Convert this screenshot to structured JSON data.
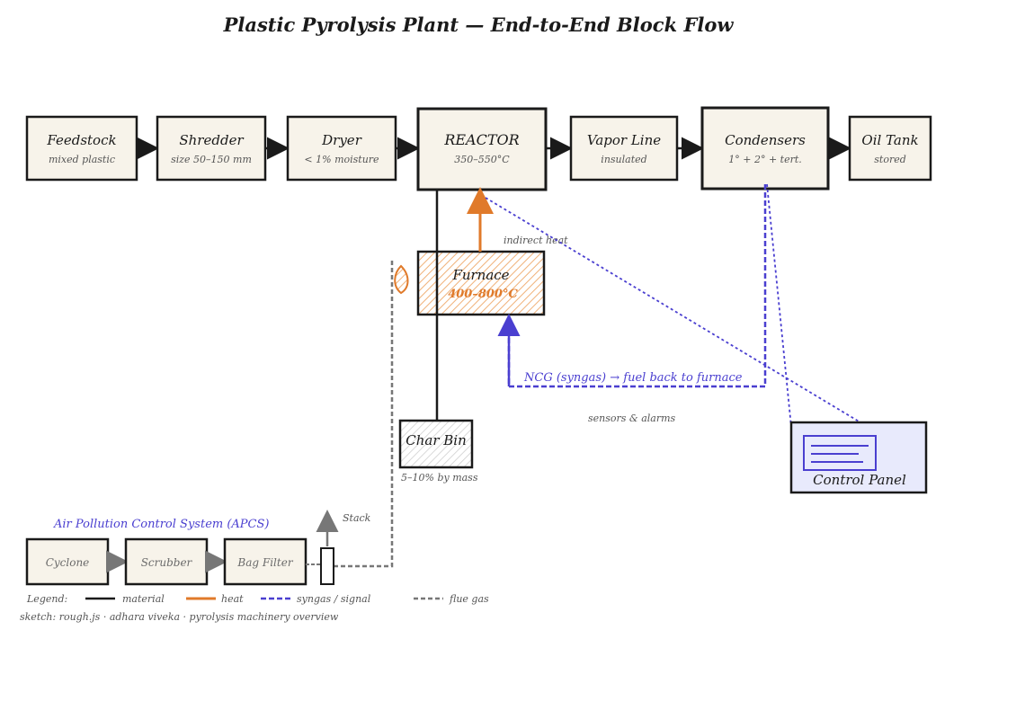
{
  "title": "Plastic Pyrolysis Plant — End-to-End Block Flow",
  "process": {
    "feedstock": {
      "label": "Feedstock",
      "sub": "mixed plastic"
    },
    "shredder": {
      "label": "Shredder",
      "sub": "size 50–150 mm"
    },
    "dryer": {
      "label": "Dryer",
      "sub": "< 1% moisture"
    },
    "reactor": {
      "label": "REACTOR",
      "sub": "350–550°C"
    },
    "vapor_line": {
      "label": "Vapor Line",
      "sub": "insulated"
    },
    "condensers": {
      "label": "Condensers",
      "sub": "1° + 2° + tert."
    },
    "oil_tank": {
      "label": "Oil Tank",
      "sub": "stored"
    }
  },
  "furnace": {
    "label": "Furnace",
    "temp": "400–800°C",
    "note": "indirect heat"
  },
  "ncg_label": "NCG (syngas) → fuel back to furnace",
  "sensors_label": "sensors & alarms",
  "char_bin": {
    "label": "Char Bin",
    "sub": "5–10% by mass"
  },
  "control_panel": {
    "label": "Control Panel"
  },
  "apcs": {
    "title": "Air Pollution Control System (APCS)",
    "cyclone": "Cyclone",
    "scrubber": "Scrubber",
    "bag_filter": "Bag Filter",
    "stack": "Stack"
  },
  "legend": {
    "title": "Legend:",
    "material": "material",
    "heat": "heat",
    "syngas": "syngas / signal",
    "flue": "flue gas"
  },
  "footer": "sketch: rough.js · adhara viveka · pyrolysis machinery overview",
  "colors": {
    "ink": "#1a1a1a",
    "heat": "#e07a2a",
    "syngas": "#4a3fd0",
    "flue": "#777777",
    "box_fill": "#f7f3ea",
    "panel_fill": "#e8eafc"
  }
}
